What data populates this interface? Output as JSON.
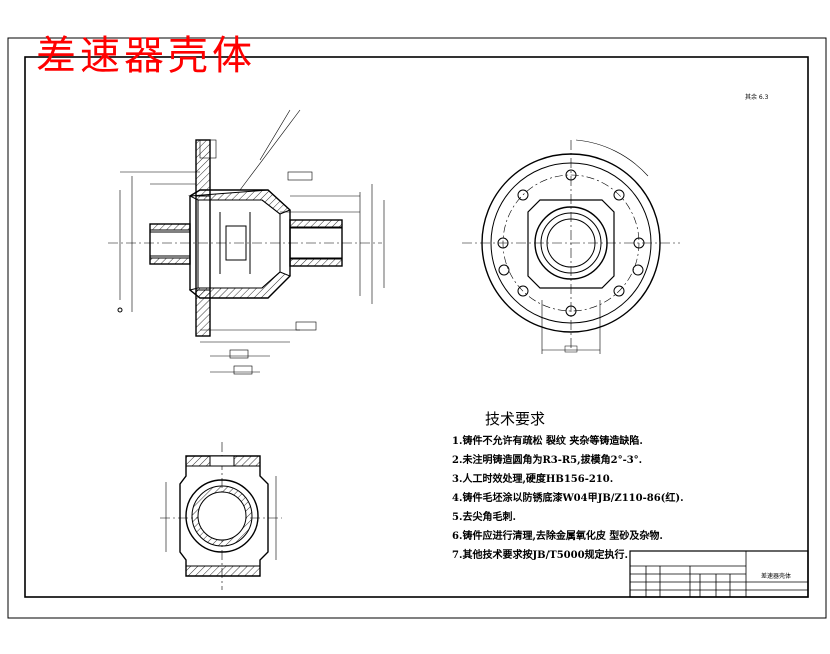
{
  "drawing": {
    "title": "差速器壳体",
    "roughness_note": "其余 6.3"
  },
  "technical_requirements": {
    "heading": "技术要求",
    "items": [
      "1.铸件不允许有疏松 裂纹 夹杂等铸造缺陷.",
      "2.未注明铸造圆角为R3-R5,拔模角2°-3°.",
      "3.人工时效处理,硬度HB156-210.",
      "4.铸件毛坯涂以防锈底漆W04甲JB/Z110-86(红).",
      "5.去尖角毛刺.",
      "6.铸件应进行清理,去除金属氧化皮 型砂及杂物.",
      "7.其他技术要求按JB/T5000规定执行."
    ]
  },
  "title_block": {
    "part_name": "差速器壳体"
  },
  "colors": {
    "title_red": "#ff0000",
    "line": "#000000",
    "background": "#ffffff"
  }
}
